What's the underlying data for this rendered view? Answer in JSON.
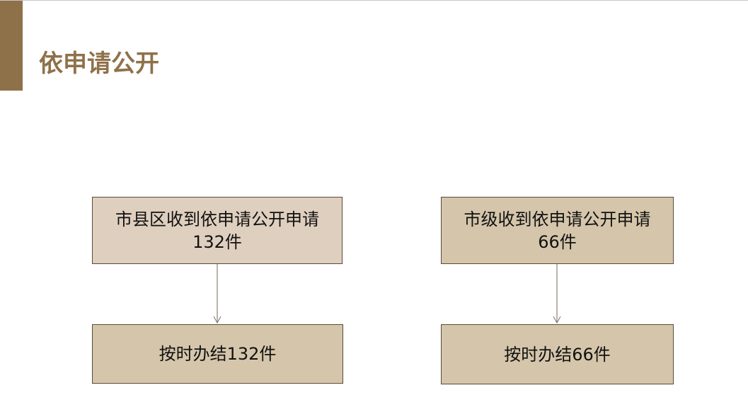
{
  "slide": {
    "title": "依申请公开"
  },
  "flowchart": {
    "left": {
      "top_box": {
        "line1": "市县区收到依申请公开申请",
        "line2": "132件"
      },
      "bottom_box": {
        "text": "按时办结132件"
      }
    },
    "right": {
      "top_box": {
        "line1": "市级收到依申请公开申请",
        "line2": "66件"
      },
      "bottom_box": {
        "text": "按时办结66件"
      }
    }
  },
  "colors": {
    "accent": "#8f7149",
    "box_light": "#dfcfbf",
    "box_tan": "#d5c6ab",
    "border": "#5a4a38",
    "connector": "#8a8373"
  }
}
